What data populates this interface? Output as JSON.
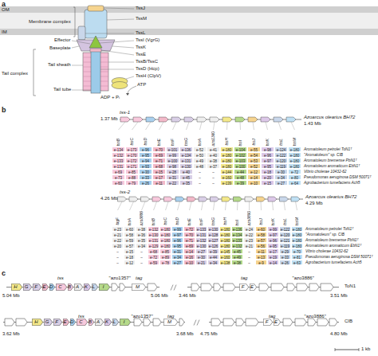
{
  "diagram": {
    "nodes": [
      {
        "text": [
          "H"
        ]
      },
      {
        "text": [
          "G"
        ]
      },
      {
        "text": [
          "F"
        ]
      },
      {
        "text": [
          "E"
        ]
      },
      {
        "text": [
          "D"
        ]
      },
      {
        "text": [
          "C"
        ]
      },
      {
        "text": [
          "B"
        ]
      },
      {
        "text": [
          "A"
        ]
      },
      {
        "text": [
          "K"
        ]
      },
      {
        "text": [
          "L"
        ]
      },
      {
        "text": [
          "I"
        ]
      },
      {
        "text": [
          "M"
        ]
      },
      {
        "text": [
          "F"
        ]
      },
      {
        "text": [
          "E"
        ]
      },
      {
        "text": [
          "H"
        ]
      },
      {
        "text": [
          "G"
        ]
      },
      {
        "text": [
          "F"
        ]
      },
      {
        "text": [
          "E"
        ]
      },
      {
        "text": [
          "D"
        ]
      },
      {
        "text": [
          "C"
        ]
      },
      {
        "text": [
          "B"
        ]
      },
      {
        "text": [
          "A"
        ]
      },
      {
        "text": [
          "K"
        ]
      },
      {
        "text": [
          "L"
        ]
      },
      {
        "text": [
          "I"
        ]
      },
      {
        "text": [
          "M"
        ]
      },
      {
        "text": [
          "F"
        ]
      },
      {
        "text": [
          "E"
        ]
      }
    ],
    "labels": [
      "a",
      "OM",
      "IM",
      "Membrane complex",
      "Effector",
      "Baseplate",
      "Tail complex",
      "Tail sheath",
      "Tail tube",
      "TssJ",
      "TssM",
      "TssL",
      "TssI (VgrG)",
      "TssK",
      "TssE",
      "TssB/TssC",
      "TssD (Hcp)",
      "TssH (ClpV)",
      "ATP",
      "ADP + Pᵢ",
      "b",
      "tss-1",
      "Azoarcus olearius BH72",
      "1.37 Mb",
      "1.43 Mb",
      "tssB",
      "tssC",
      "tssD",
      "tssE",
      "tssF",
      "tssG",
      "tssA",
      "azo1360",
      "tssH",
      "tssI",
      "tssJ",
      "tssK",
      "tssL",
      "tssM",
      "e-134",
      "e-173",
      "e-96",
      "e-70",
      "e-101",
      "e-136",
      "e-52",
      "e-41",
      "e-180",
      "e-104",
      "e-55",
      "e-98",
      "e-124",
      "e-180",
      "Aromatoleum petrolei ToN1ᵀ",
      "e-132",
      "e-170",
      "e-95",
      "e-69",
      "e-99",
      "e-134",
      "e-50",
      "e-40",
      "e-180",
      "e-102",
      "e-54",
      "e-96",
      "e-122",
      "e-180",
      "\"Aromatoleum\" sp. CIB",
      "e-133",
      "e-172",
      "e-94",
      "e-71",
      "e-100",
      "e-131",
      "e-49",
      "e-38",
      "e-180",
      "e-103",
      "e-53",
      "e-97",
      "e-120",
      "e-180",
      "Aromatoleum bremense PbN1ᵀ",
      "e-131",
      "e-171",
      "e-93",
      "e-68",
      "e-98",
      "e-130",
      "e-48",
      "e-37",
      "e-180",
      "e-100",
      "e-52",
      "e-95",
      "e-119",
      "e-180",
      "Aromatoleum aromaticum EbN1ᵀ",
      "e-69",
      "e-85",
      "e-30",
      "e-15",
      "e-28",
      "e-40",
      "–",
      "–",
      "e-144",
      "e-44",
      "e-12",
      "e-18",
      "e-30",
      "e-72",
      "Vibrio cholerae 10432-62",
      "e-73",
      "e-88",
      "e-33",
      "e-17",
      "e-31",
      "e-45",
      "–",
      "–",
      "e-160",
      "e-48",
      "e-14",
      "e-20",
      "e-34",
      "e-80",
      "Pseudomonas aeruginosa DSM 50071ᵀ",
      "e-60",
      "e-79",
      "e-26",
      "e-11",
      "e-22",
      "e-35",
      "–",
      "–",
      "e-139",
      "e-39",
      "e-10",
      "e-15",
      "e-27",
      "e-64",
      "Agrobacterium tumefaciens Ach5",
      "tss-2",
      "Azoarcus olearius BH72",
      "4.26 Mb",
      "4.29 Mb",
      "tagF",
      "tssA",
      "azo3886",
      "tssB",
      "tssC",
      "tssD",
      "tssE",
      "tssF",
      "tssG",
      "tssH",
      "tssI",
      "azo3890",
      "tssJ",
      "tssK",
      "tssL",
      "tssM",
      "e-23",
      "e-60",
      "e-38",
      "e-132",
      "e-180",
      "e-99",
      "e-72",
      "e-133",
      "e-130",
      "e-180",
      "e-136",
      "e-24",
      "e-60",
      "e-99",
      "e-122",
      "e-180",
      "Aromatoleum petrolei ToN1ᵀ",
      "e-21",
      "e-58",
      "e-36",
      "e-130",
      "e-180",
      "e-97",
      "e-70",
      "e-131",
      "e-128",
      "e-180",
      "e-134",
      "e-22",
      "e-58",
      "e-97",
      "e-120",
      "e-180",
      "\"Aromatoleum\" sp. CIB",
      "e-22",
      "e-59",
      "e-35",
      "e-131",
      "e-180",
      "e-96",
      "e-71",
      "e-132",
      "e-127",
      "e-180",
      "e-133",
      "e-23",
      "e-57",
      "e-96",
      "e-121",
      "e-180",
      "Aromatoleum bremense PbN1ᵀ",
      "e-20",
      "e-57",
      "e-34",
      "e-129",
      "e-180",
      "e-95",
      "e-69",
      "e-130",
      "e-126",
      "e-180",
      "e-132",
      "e-21",
      "e-56",
      "e-95",
      "e-119",
      "e-180",
      "Aromatoleum aromaticum EbN1ᵀ",
      "–",
      "e-15",
      "–",
      "e-68",
      "e-85",
      "e-31",
      "e-14",
      "e-27",
      "e-39",
      "e-145",
      "e-45",
      "–",
      "e-11",
      "e-17",
      "e-29",
      "e-70",
      "Vibrio cholerae 10432-62",
      "–",
      "e-18",
      "–",
      "e-72",
      "e-89",
      "e-34",
      "e-16",
      "e-30",
      "e-44",
      "e-160",
      "e-49",
      "–",
      "e-13",
      "e-19",
      "e-33",
      "e-81",
      "Pseudomonas aeruginosa DSM 50071ᵀ",
      "–",
      "e-12",
      "–",
      "e-59",
      "e-78",
      "e-27",
      "e-10",
      "e-21",
      "e-34",
      "e-138",
      "e-38",
      "–",
      "e-9",
      "e-14",
      "e-26",
      "e-63",
      "Agrobacterium tumefaciens Ach5",
      "c",
      "tss",
      "\"azo1357\"",
      "tag",
      "tag",
      "\"azo3886\"",
      "ToN1",
      "5.04 Mb",
      "5.06 Mb",
      "3.46 Mb",
      "3.51 Mb",
      "tss",
      "\"azo1357\"",
      "tag",
      "tag",
      "\"azo3886\"",
      "CIB",
      "3.62 Mb",
      "3.68 Mb",
      "4.75 Mb",
      "4.80 Mb",
      "1 kb"
    ]
  }
}
